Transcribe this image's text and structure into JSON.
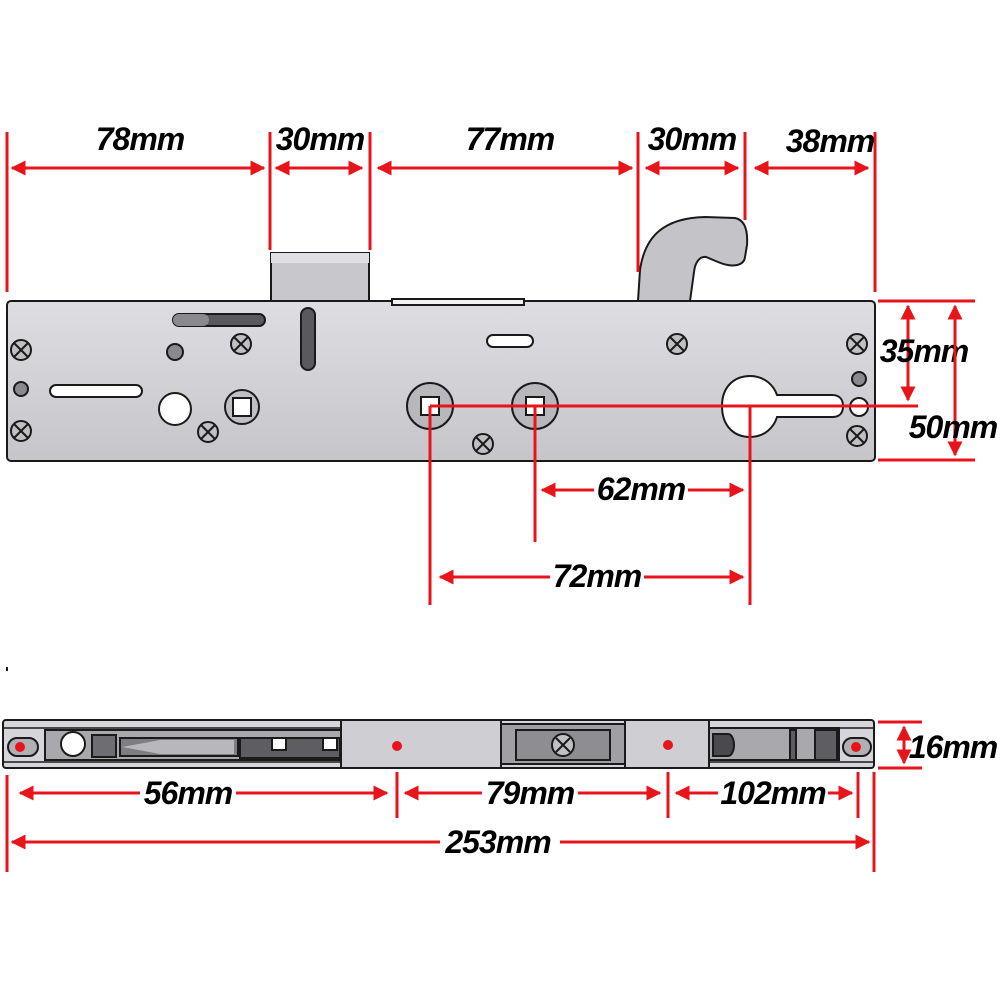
{
  "colors": {
    "dimension_line": "#e8141c",
    "plate_fill": "#d3d3d6",
    "plate_outline": "#1a1a1a",
    "dimension_text": "#000000"
  },
  "top_view": {
    "dimensions": {
      "d1": "78mm",
      "d2": "30mm",
      "d3": "77mm",
      "d4": "30mm",
      "d5": "38mm",
      "height_35": "35mm",
      "height_50": "50mm",
      "centre_62": "62mm",
      "centre_72": "72mm"
    }
  },
  "side_view": {
    "dimensions": {
      "thickness": "16mm",
      "seg_56": "56mm",
      "seg_79": "79mm",
      "seg_102": "102mm",
      "total": "253mm"
    }
  }
}
